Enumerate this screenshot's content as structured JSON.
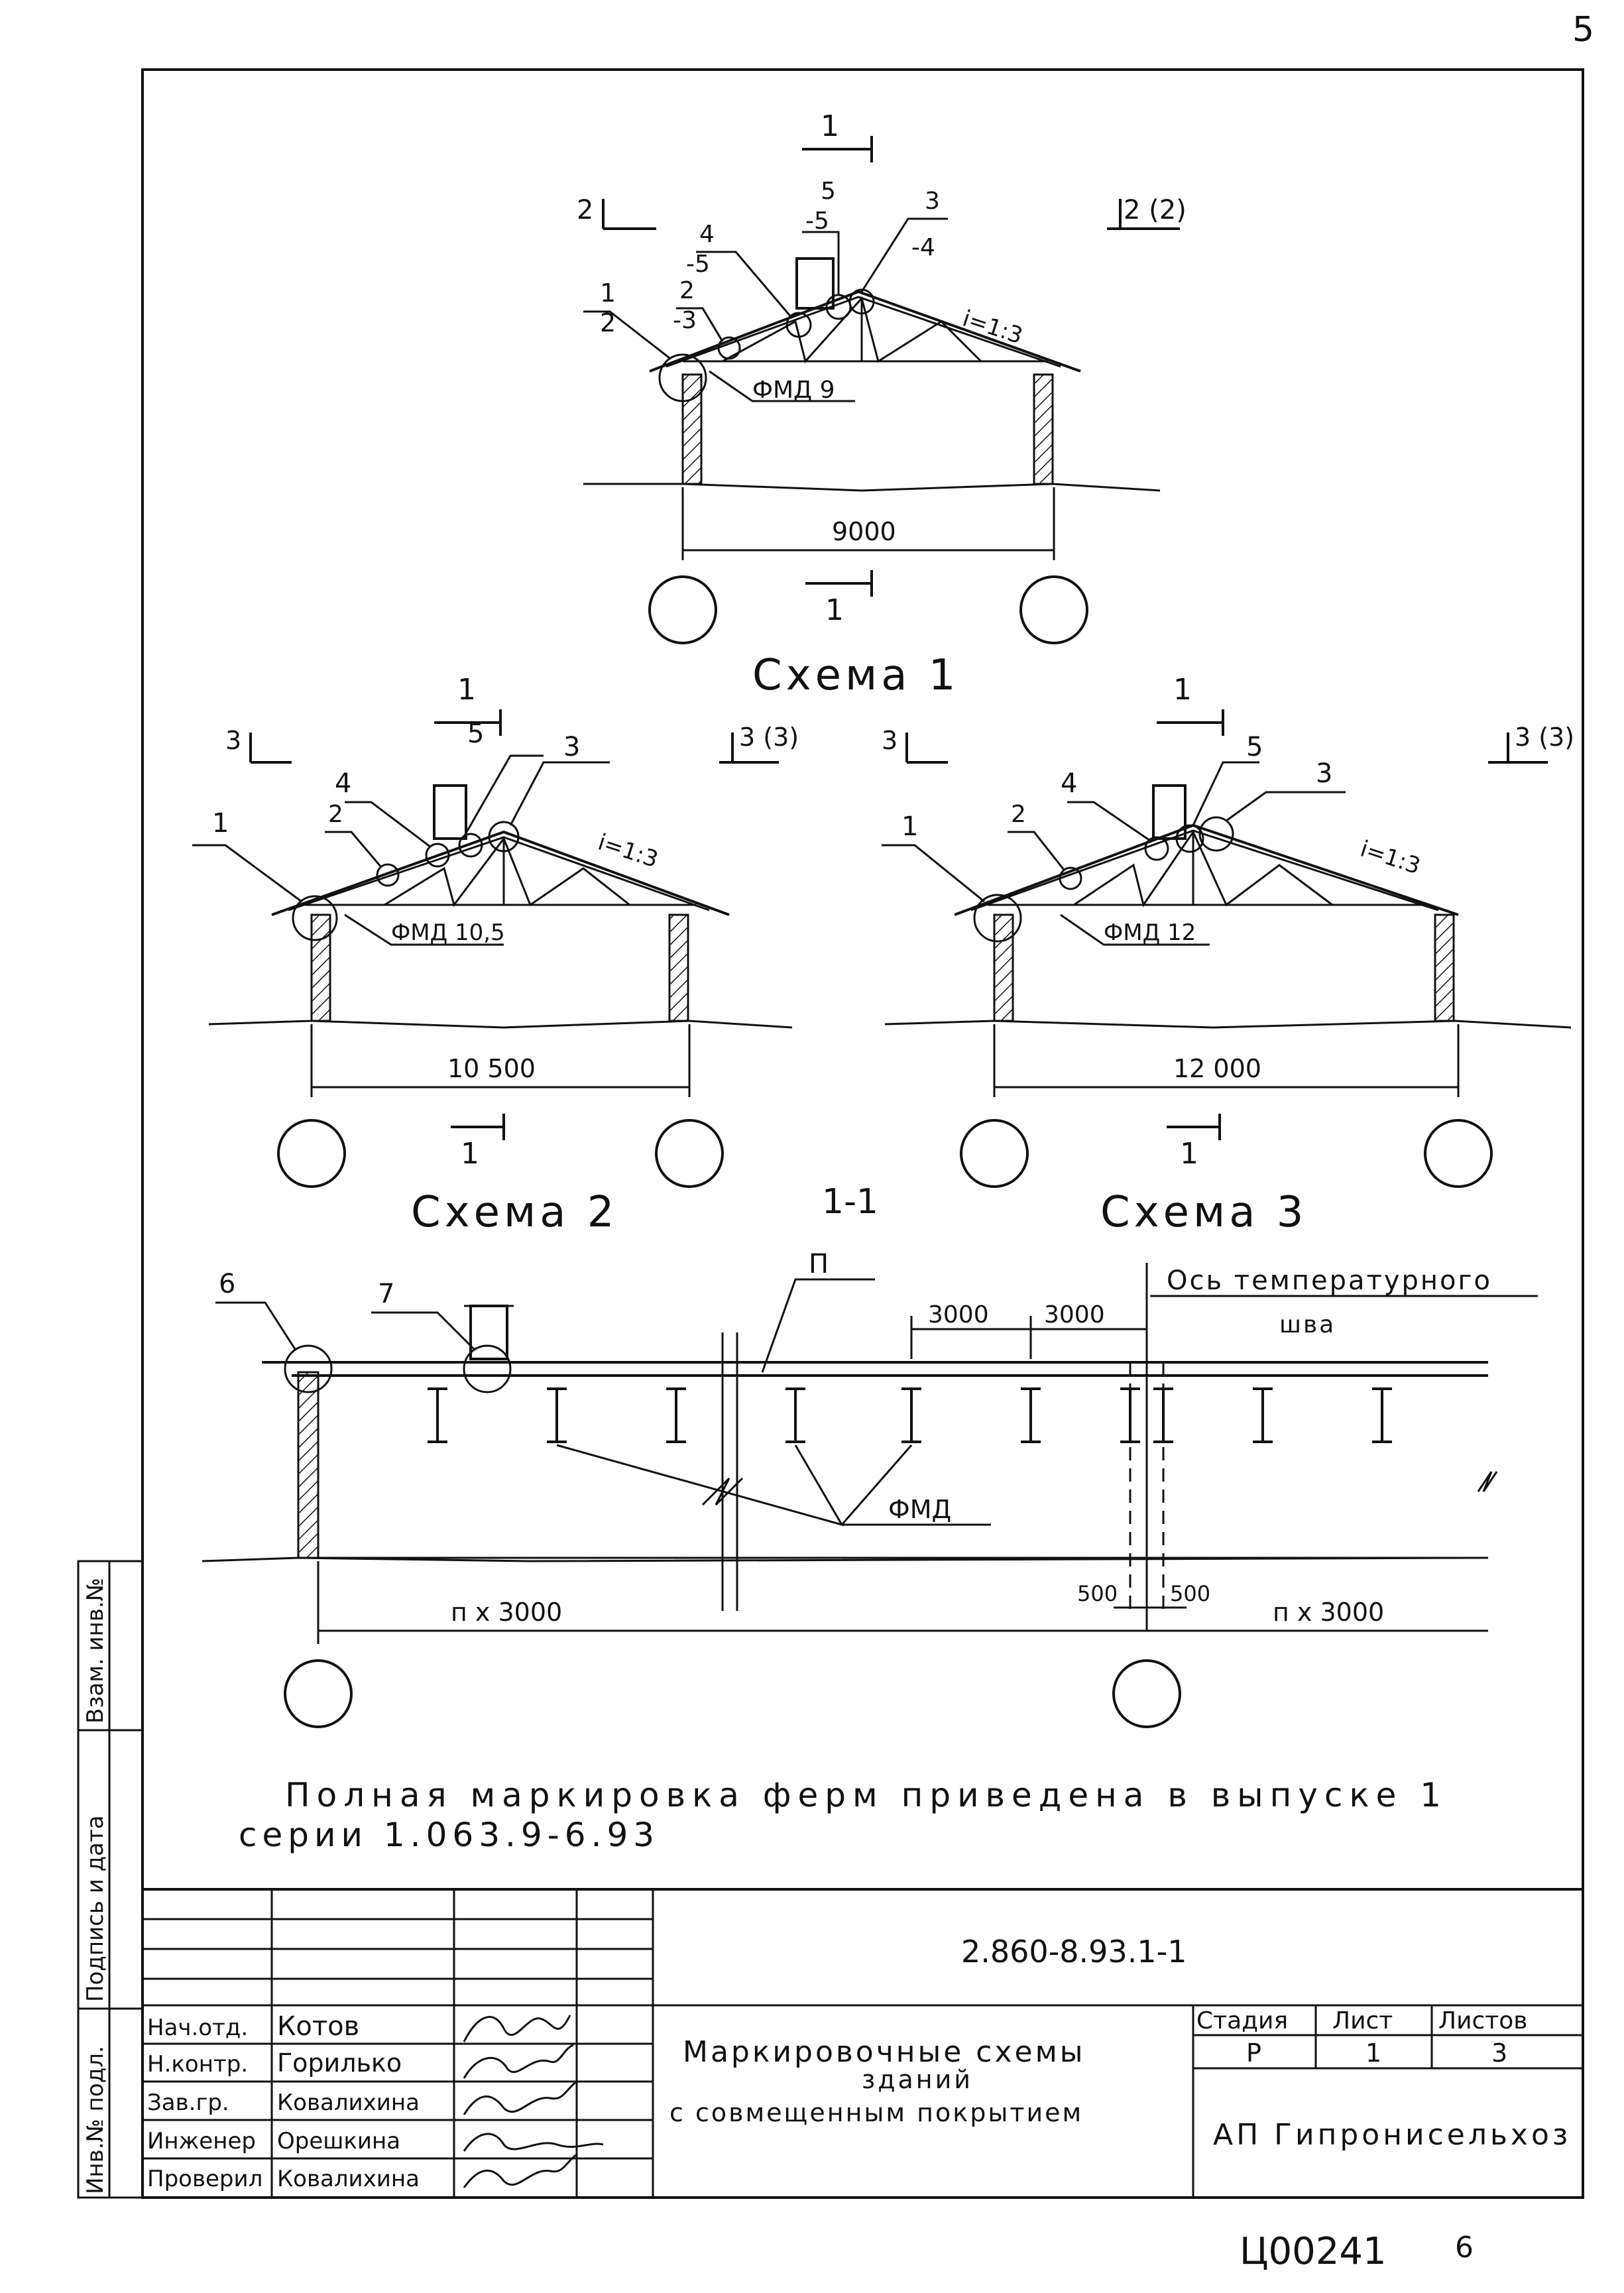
{
  "page": {
    "page_number": "5",
    "bottom_code": "Ц00241",
    "bottom_num": "6"
  },
  "scheme1": {
    "title": "Схема 1",
    "span": "9000",
    "truss": "ФМД 9",
    "slope": "i=1:3",
    "cut_label": "1",
    "cut_left": "2",
    "cut_right": "2 (2)",
    "callouts": [
      {
        "top": "1",
        "bottom": "2"
      },
      {
        "top": "2",
        "bottom": "-3"
      },
      {
        "top": "4",
        "bottom": "-5"
      },
      {
        "top": "5",
        "bottom": "-5"
      },
      {
        "top": "3",
        "bottom": "-4"
      }
    ]
  },
  "scheme2": {
    "title": "Схема 2",
    "span": "10 500",
    "truss": "ФМД 10,5",
    "slope": "i=1:3",
    "cut_label": "1",
    "cut_left": "3",
    "cut_right": "3 (3)",
    "callouts": [
      "1",
      "2",
      "4",
      "5",
      "3"
    ]
  },
  "scheme3": {
    "title": "Схема 3",
    "span": "12 000",
    "truss": "ФМД 12",
    "slope": "i=1:3",
    "cut_label": "1",
    "cut_left": "3",
    "cut_right": "3 (3)",
    "callouts": [
      "1",
      "2",
      "4",
      "5",
      "3"
    ]
  },
  "section": {
    "title": "1-1",
    "label_6": "6",
    "label_7": "7",
    "label_n": "П",
    "joint_label_1": "Ось температурного",
    "joint_label_2": "шва",
    "dim_3000a": "3000",
    "dim_3000b": "3000",
    "truss": "ФМД",
    "dim_500a": "500",
    "dim_500b": "500",
    "dim_left": "п х 3000",
    "dim_right": "п х 3000"
  },
  "note": {
    "line1": "Полная маркировка ферм приведена в выпуске 1",
    "line2": "серии 1.063.9-6.93"
  },
  "side_stamp": {
    "cells": [
      "Взам. инв.№",
      "Подпись и дата",
      "Инв.№ подл."
    ]
  },
  "title_block": {
    "doc_code": "2.860-8.93.1-1",
    "title_line1": "Маркировочные схемы",
    "title_line2": "зданий",
    "title_line3": "с совмещенным покрытием",
    "stage_header": "Стадия",
    "sheet_header": "Лист",
    "sheets_header": "Листов",
    "stage": "Р",
    "sheet": "1",
    "sheets": "3",
    "org": "АП Гипронисельхоз",
    "roles": [
      {
        "role": "Нач.отд.",
        "name": "Котов"
      },
      {
        "role": "Н.контр.",
        "name": "Горилько"
      },
      {
        "role": "Зав.гр.",
        "name": "Ковалихина"
      },
      {
        "role": "Инженер",
        "name": "Орешкина"
      },
      {
        "role": "Проверил",
        "name": "Ковалихина"
      }
    ]
  }
}
